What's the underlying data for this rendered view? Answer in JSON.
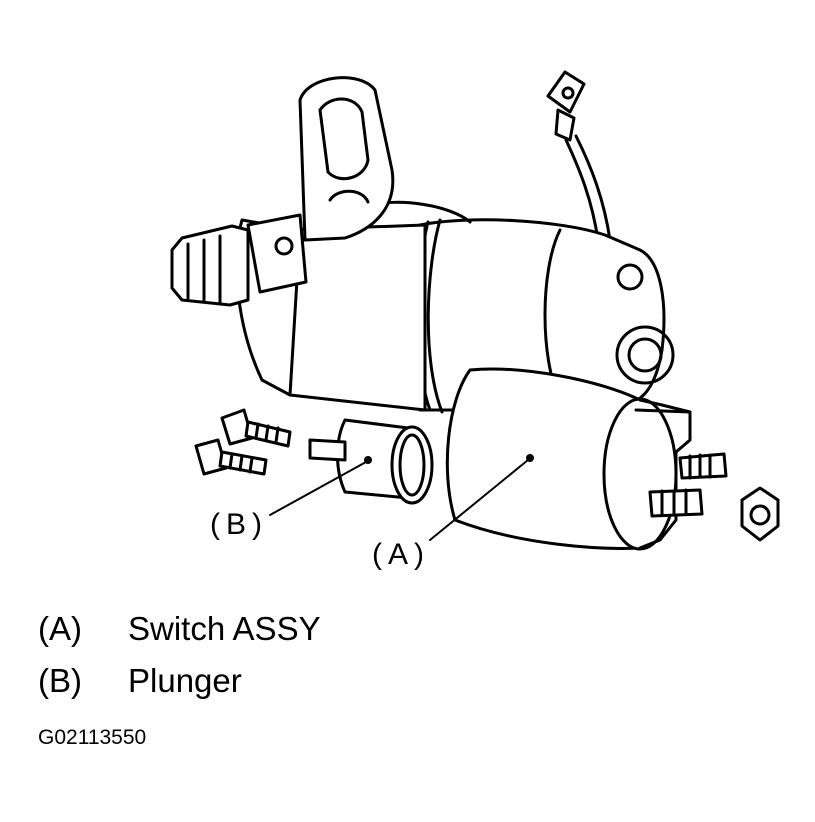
{
  "diagram": {
    "callouts": {
      "a": "(A)",
      "b": "(B)"
    },
    "legend": [
      {
        "key": "(A)",
        "label": "Switch ASSY"
      },
      {
        "key": "(B)",
        "label": "Plunger"
      }
    ],
    "figure_id": "G02113550"
  }
}
